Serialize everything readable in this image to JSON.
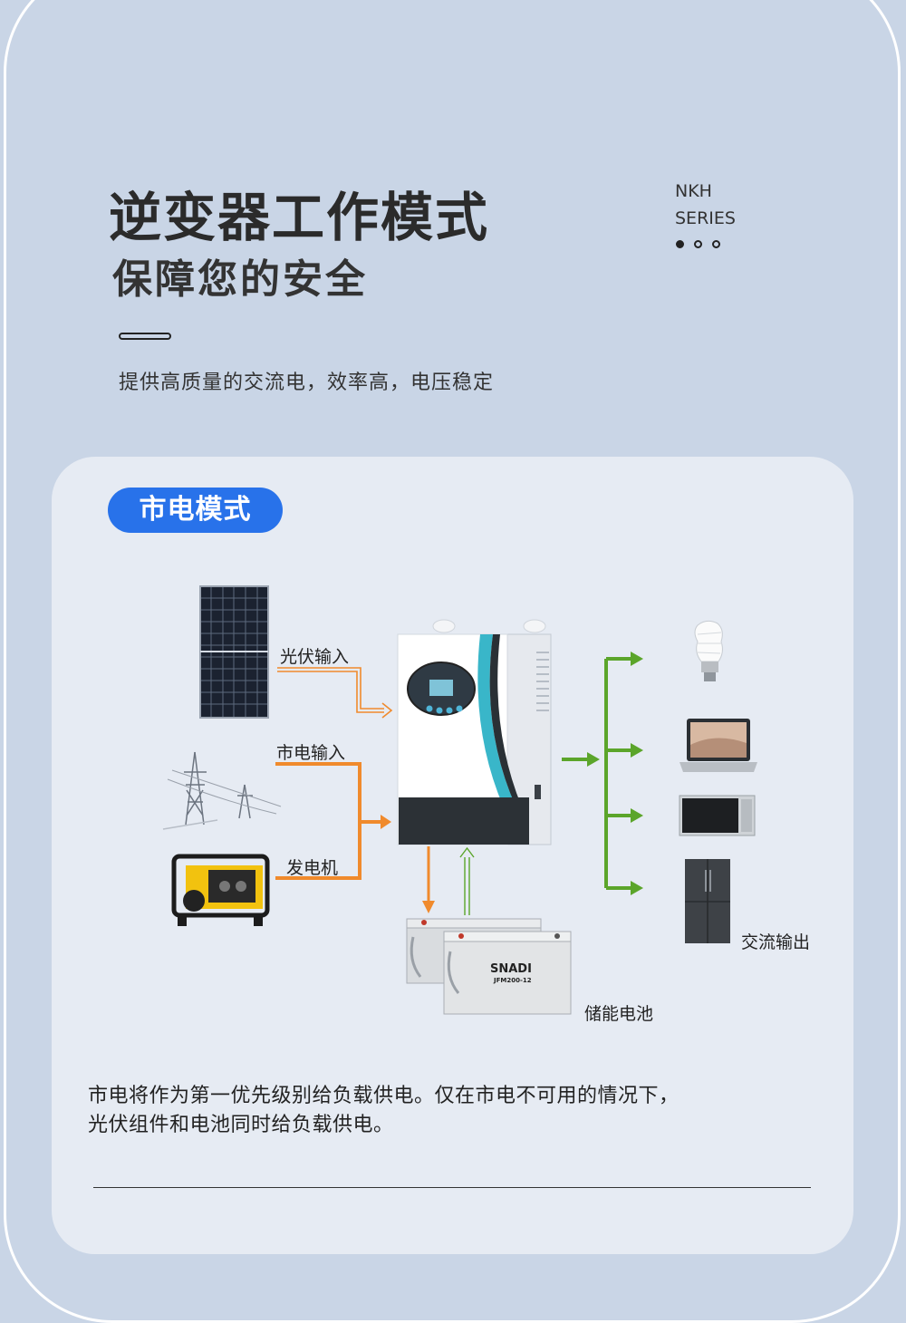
{
  "header": {
    "title": "逆变器工作模式",
    "subtitle": "保障您的安全",
    "series_line1": "NKH",
    "series_line2": "SERIES",
    "tagline": "提供高质量的交流电，效率高，电压稳定"
  },
  "mode": {
    "label": "市电模式"
  },
  "diagram": {
    "pv_input": "光伏输入",
    "grid_input": "市电输入",
    "generator": "发电机",
    "battery": "储能电池",
    "ac_output": "交流输出",
    "battery_brand": "SNADI",
    "battery_model": "JFM200-12"
  },
  "colors": {
    "accent_blue": "#2872ea",
    "input_orange": "#f08a2c",
    "output_green": "#5ba52a"
  },
  "description": {
    "line1": "市电将作为第一优先级别给负载供电。仅在市电不可用的情况下，",
    "line2": "光伏组件和电池同时给负载供电。"
  }
}
